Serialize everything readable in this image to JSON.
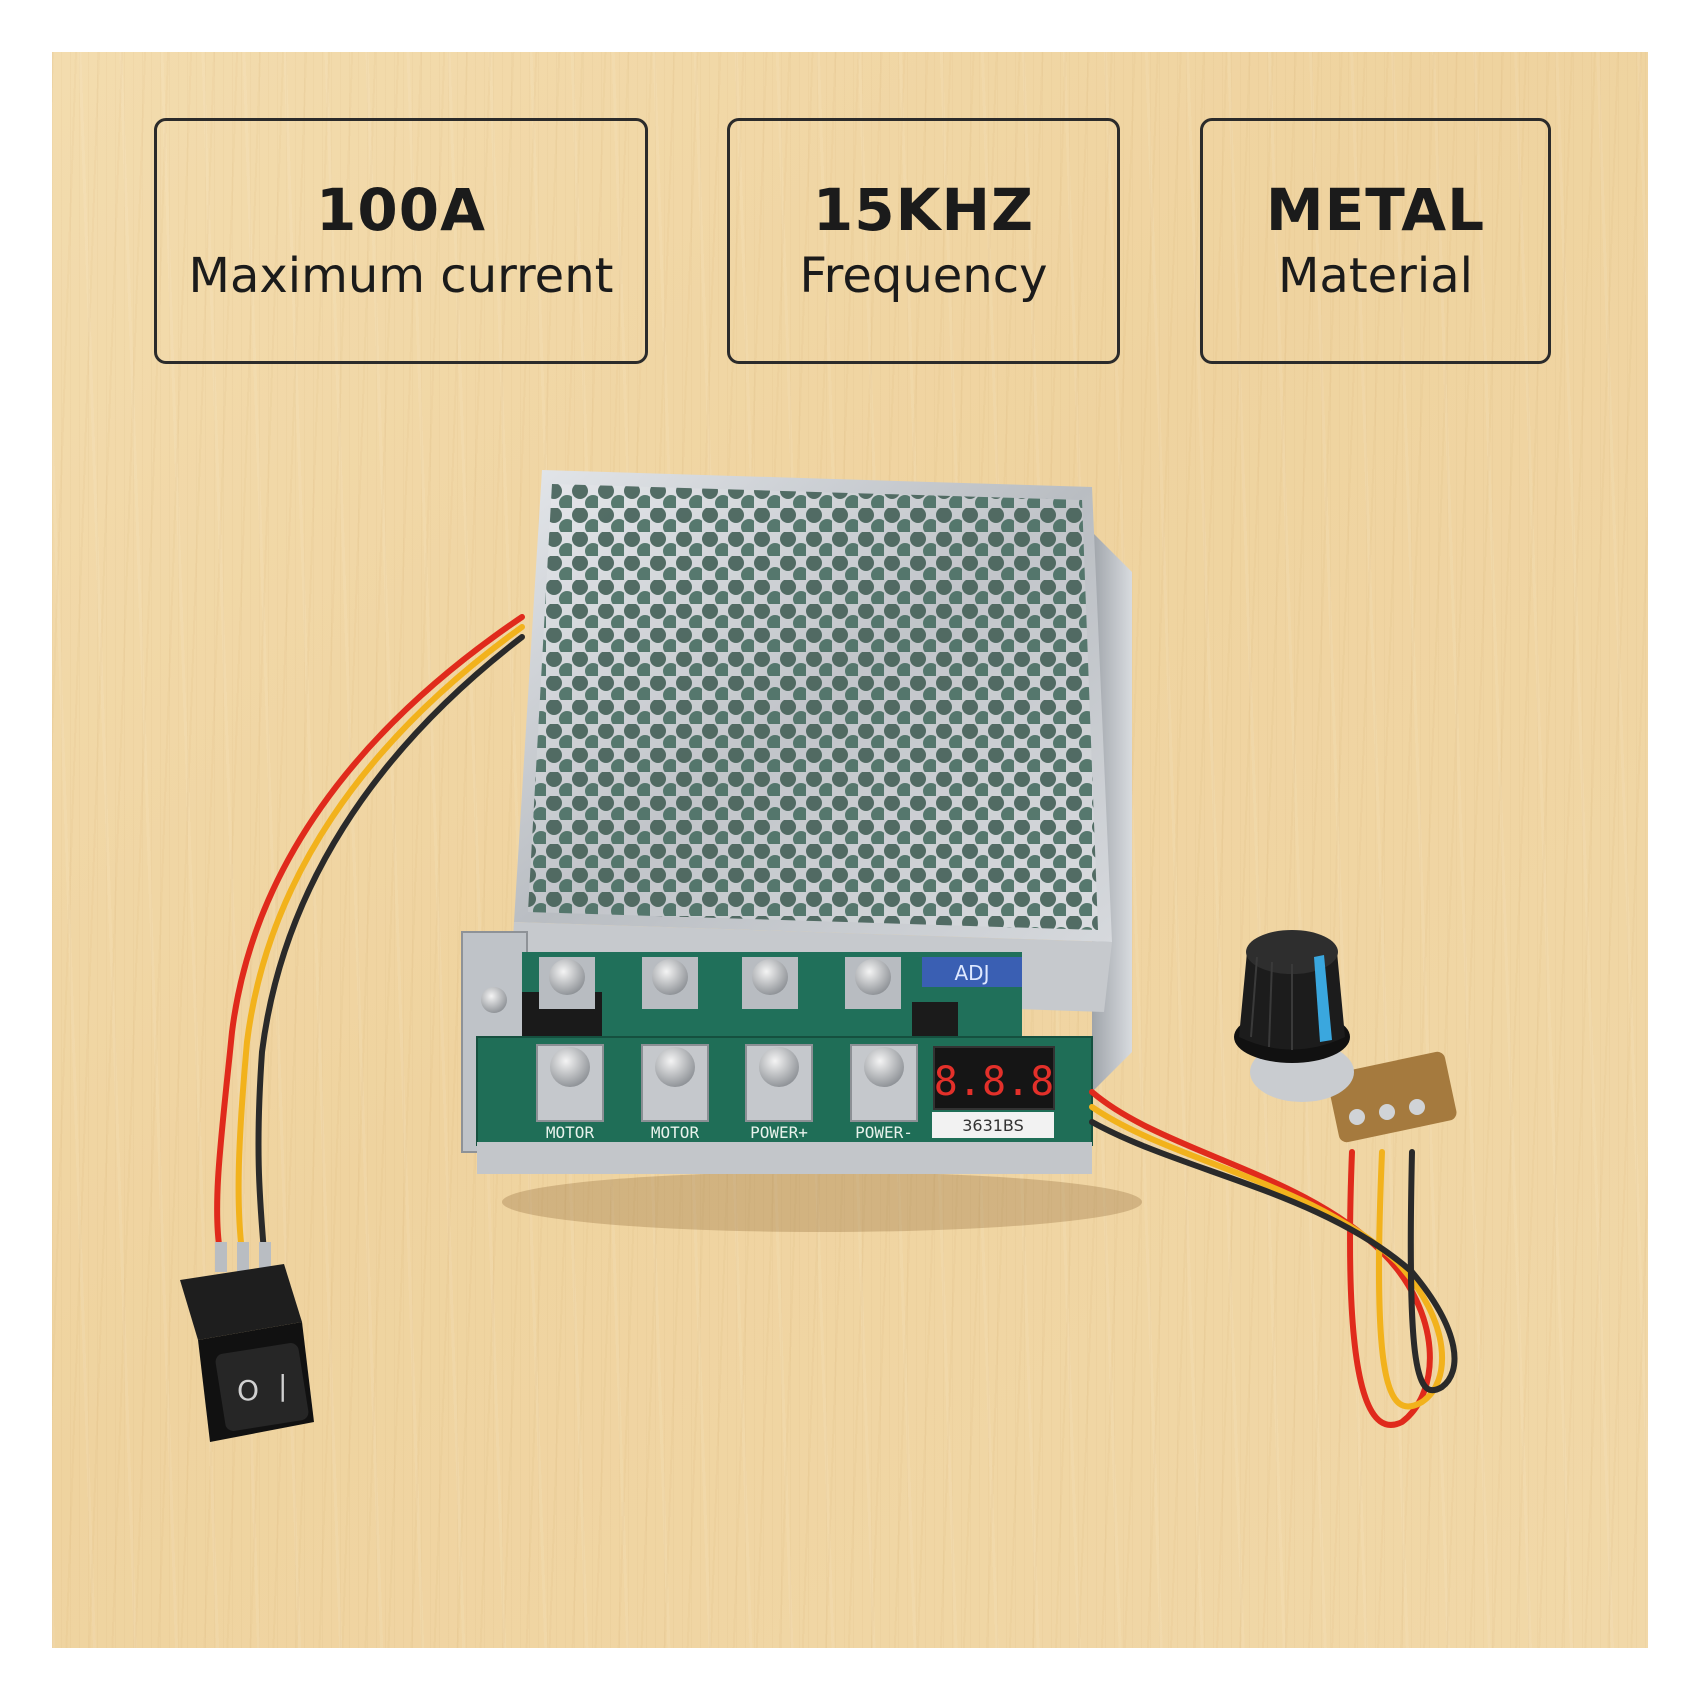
{
  "specs": [
    {
      "value": "100A",
      "label": "Maximum current"
    },
    {
      "value": "15KHZ",
      "label": "Frequency"
    },
    {
      "value": "METAL",
      "label": "Material"
    }
  ],
  "board": {
    "terminal_labels": [
      "MOTOR",
      "MOTOR",
      "POWER+",
      "POWER-"
    ],
    "display_label": "3631BS",
    "display_digits": "8.8.8",
    "adj_label": "ADJ"
  },
  "colors": {
    "wood": "#efd4a2",
    "pcb": "#1f6e57",
    "metal": "#c9ccd0",
    "wire_red": "#e02a1c",
    "wire_yellow": "#f2b21c",
    "wire_black": "#2a2a2a",
    "knob": "#222222",
    "knob_marker": "#3aa7de"
  },
  "icons": {
    "switch_on_symbol": "|",
    "switch_off_symbol": "O"
  }
}
